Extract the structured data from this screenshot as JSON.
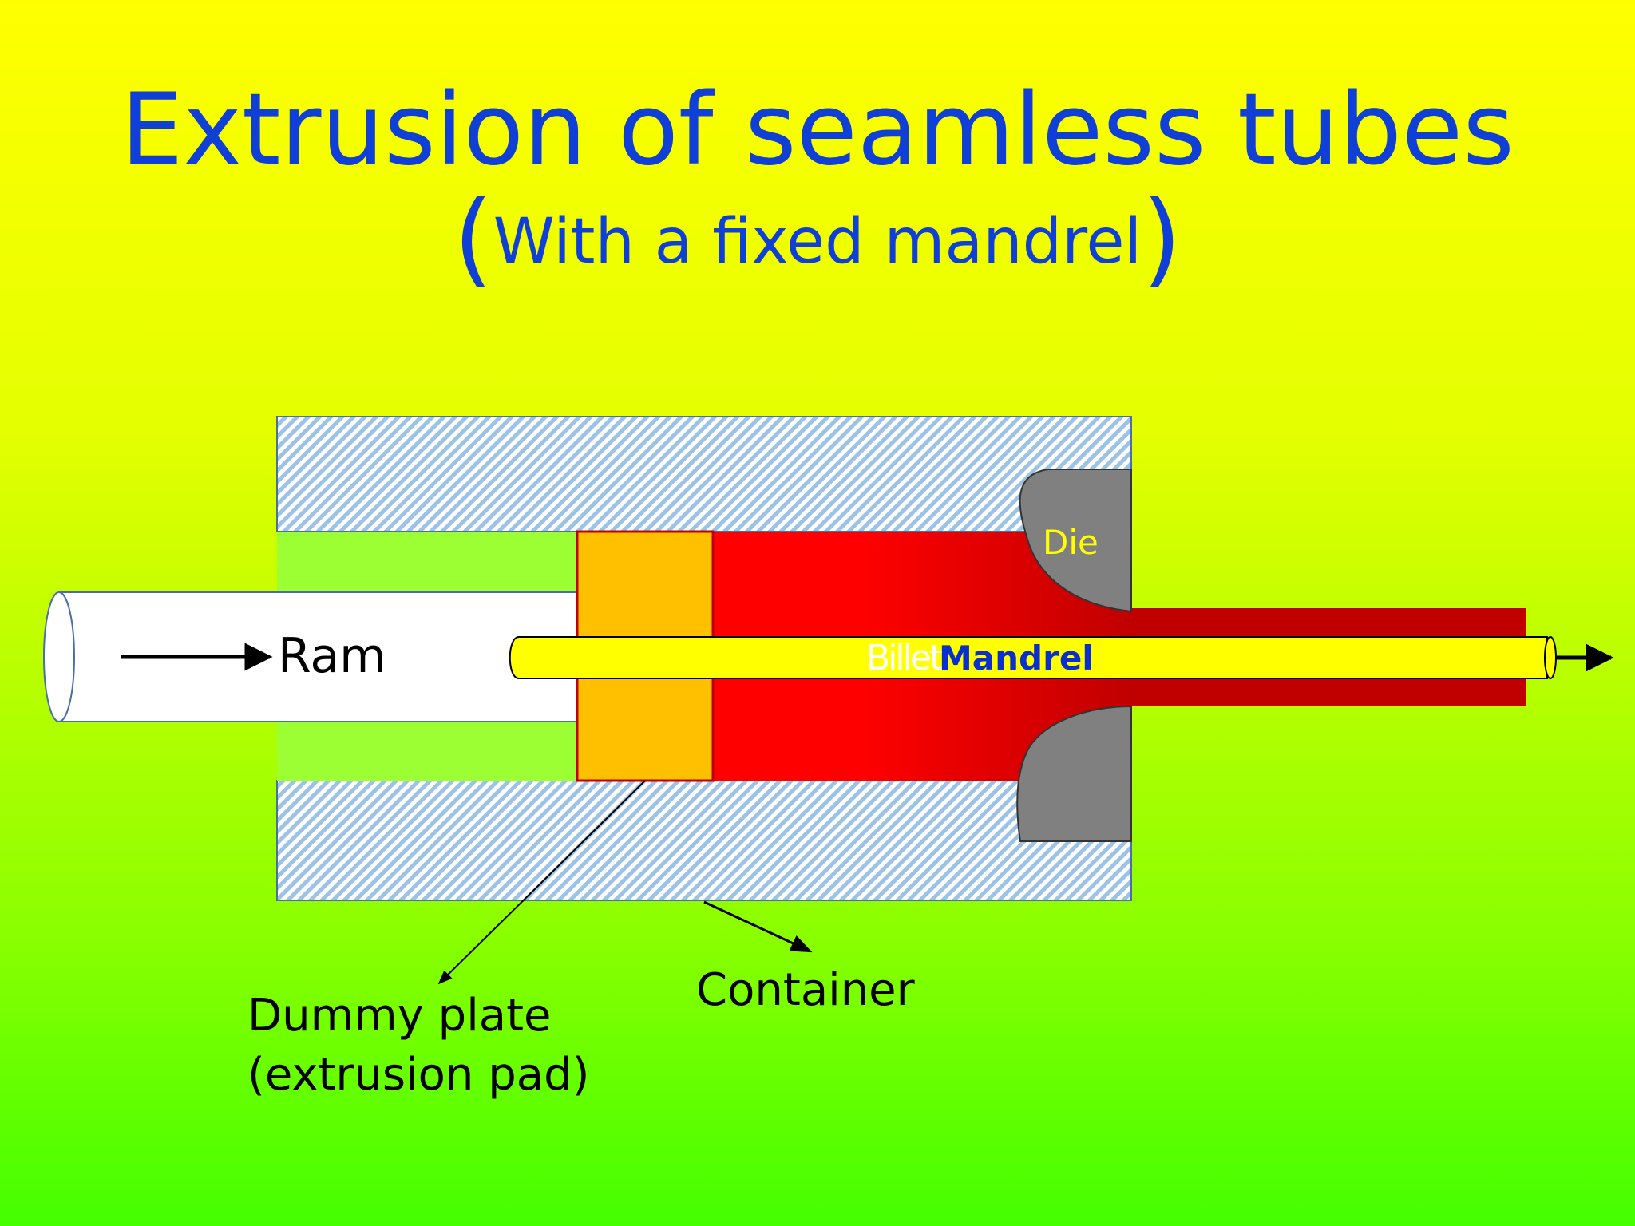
{
  "title": {
    "line1": "Extrusion of seamless tubes",
    "line2_open": "(",
    "line2_text": "With a fixed mandrel",
    "line2_close": ")",
    "color": "#0f3fd6"
  },
  "labels": {
    "ram": "Ram",
    "billet": "Billet",
    "mandrel": "Mandrel",
    "die": "Die",
    "container": "Container",
    "dummy_plate": "Dummy plate",
    "extrusion_pad": "(extrusion pad)"
  },
  "colors": {
    "container_hatch": "#9cc3e6",
    "container_border": "#4a6fa5",
    "chamber_green": "#9cff33",
    "ram": "#ffffff",
    "dummy_plate": "#ffc000",
    "billet_start": "#ff0000",
    "billet_end": "#c00000",
    "die": "#808080",
    "mandrel": "#ffff00",
    "die_text": "#ffff00",
    "mandrel_text": "#0a2fd0"
  }
}
